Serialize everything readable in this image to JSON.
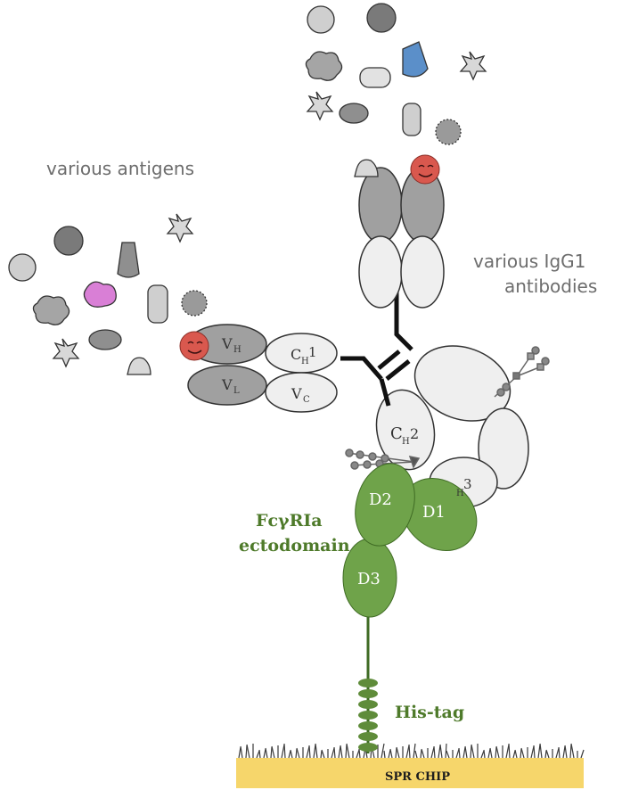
{
  "labels": {
    "antigens": "various antigens",
    "antibodies_line1": "various IgG1",
    "antibodies_line2": "antibodies",
    "receptor_line1": "FcγRIa",
    "receptor_line2": "ectodomain",
    "his_tag": "His-tag",
    "chip": "SPR CHIP"
  },
  "receptor_domains": {
    "d1": "D1",
    "d2": "D2",
    "d3": "D3"
  },
  "antibody_domains": {
    "vh": "V",
    "vh_sub": "H",
    "vl": "V",
    "vl_sub": "L",
    "ch1": "C",
    "ch1_sub": "H",
    "ch1_num": "1",
    "vc": "V",
    "vc_sub": "C",
    "ch2": "C",
    "ch2_sub": "H",
    "ch2_num": "2",
    "ch3_sub": "H",
    "ch3_num": "3"
  },
  "colors": {
    "receptor_green": "#6fa34a",
    "label_green": "#4e7a2a",
    "antigen_red": "#d9584e",
    "antigen_pink": "#d97fd6",
    "antigen_blue": "#5b8fc9",
    "chip_yellow": "#f6d66b",
    "variable_gray": "#a0a0a0",
    "constant_light": "#efefef"
  }
}
